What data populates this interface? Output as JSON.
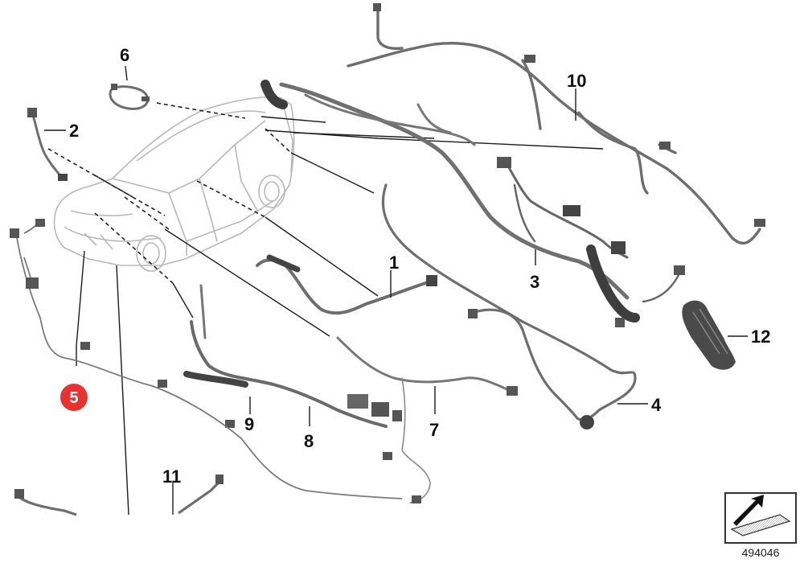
{
  "diagram": {
    "callouts": [
      {
        "id": "1",
        "label": "1"
      },
      {
        "id": "2",
        "label": "2"
      },
      {
        "id": "3",
        "label": "3"
      },
      {
        "id": "4",
        "label": "4"
      },
      {
        "id": "5",
        "label": "5"
      },
      {
        "id": "6",
        "label": "6"
      },
      {
        "id": "7",
        "label": "7"
      },
      {
        "id": "8",
        "label": "8"
      },
      {
        "id": "9",
        "label": "9"
      },
      {
        "id": "10",
        "label": "10"
      },
      {
        "id": "11",
        "label": "11"
      },
      {
        "id": "12",
        "label": "12"
      }
    ],
    "highlighted_callout": "5",
    "reference_number": "494046"
  },
  "colors": {
    "harness": "#6e6e6e",
    "harness_dark": "#3e3e3e",
    "car_outline": "#b8b8b8",
    "badge": "#e8322f",
    "leader": "#111111"
  },
  "icons": [
    "navigation-arrow-icon"
  ]
}
